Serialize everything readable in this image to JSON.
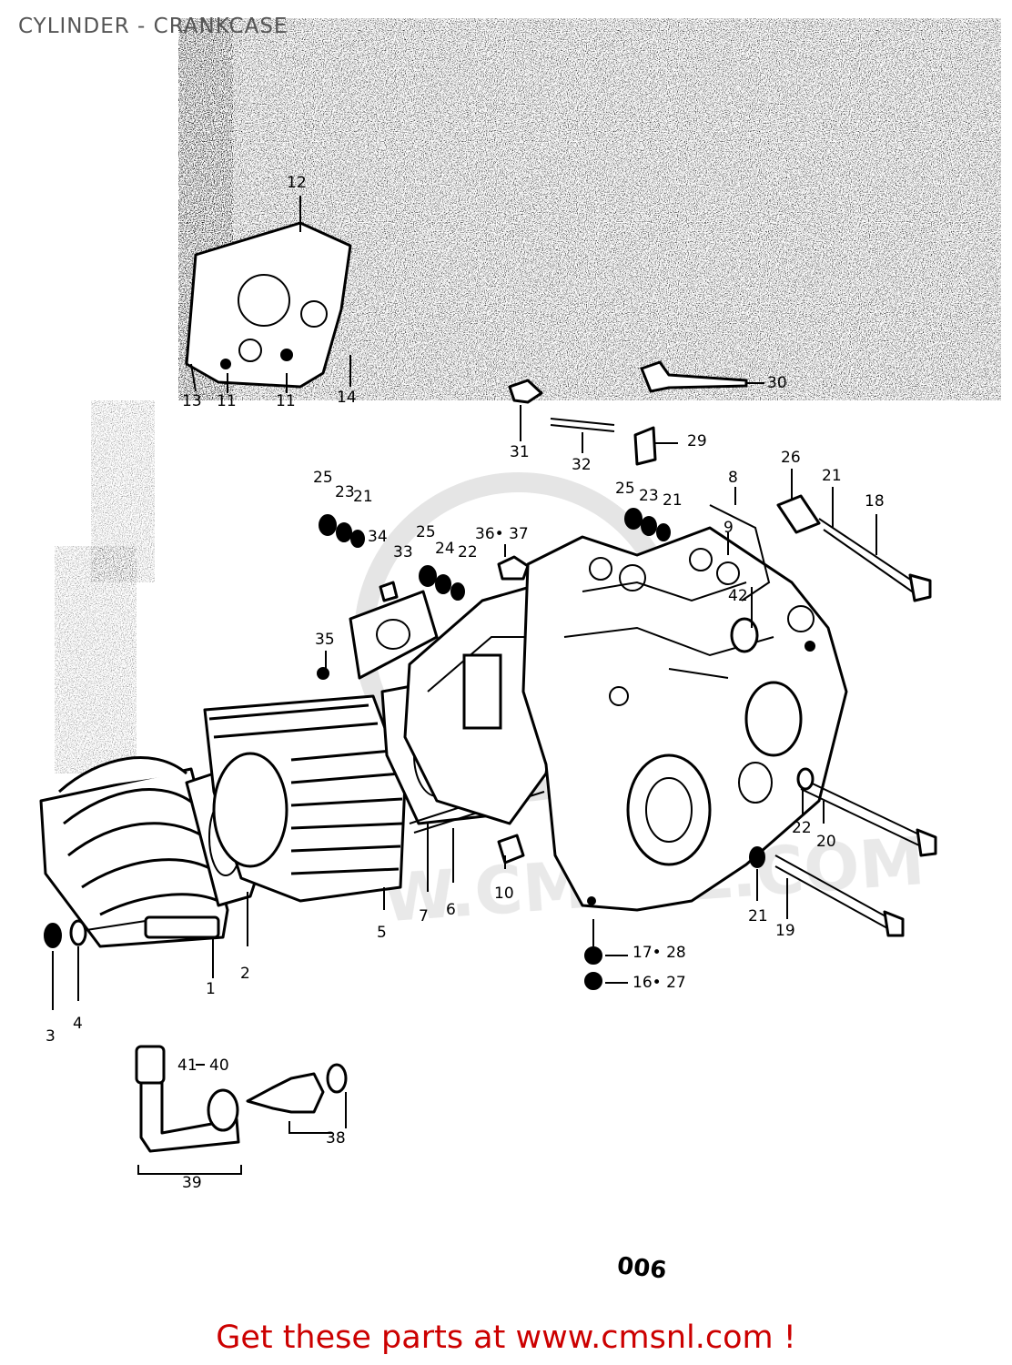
{
  "header": {
    "title": "CYLINDER - CRANKCASE"
  },
  "footer": {
    "link_text": "Get these parts at www.cmsnl.com !"
  },
  "diagram": {
    "ref_code": "006",
    "watermark": "W.CMSNL.COM",
    "callouts": {
      "c1": "1",
      "c2": "2",
      "c3": "3",
      "c4": "4",
      "c5": "5",
      "c6": "6",
      "c7": "7",
      "c8": "8",
      "c9": "9",
      "c10": "10",
      "c11a": "11",
      "c11b": "11",
      "c12": "12",
      "c13": "13",
      "c14": "14",
      "c1728": "17• 28",
      "c1627": "16• 27",
      "c18": "18",
      "c19": "19",
      "c20": "20",
      "c21a": "21",
      "c21b": "21",
      "c21c": "21",
      "c21d": "21",
      "c22a": "22",
      "c22b": "22",
      "c23a": "23",
      "c23b": "23",
      "c24": "24",
      "c25a": "25",
      "c25b": "25",
      "c25c": "25",
      "c26": "26",
      "c29": "29",
      "c30": "30",
      "c31": "31",
      "c32": "32",
      "c33": "33",
      "c34": "34",
      "c35": "35",
      "c3637": "36• 37",
      "c38": "38",
      "c39": "39",
      "c40": "40",
      "c41": "41",
      "c42": "42"
    }
  }
}
